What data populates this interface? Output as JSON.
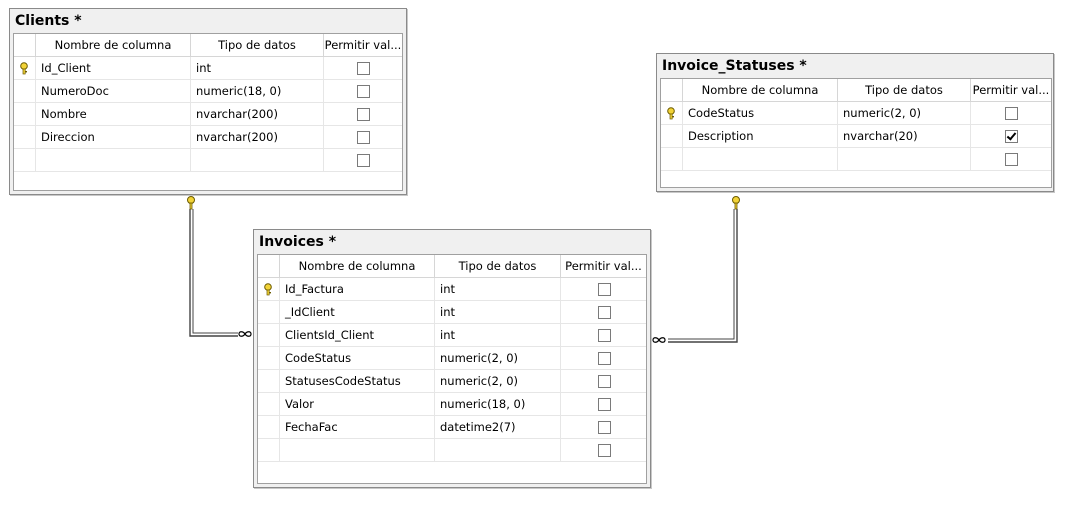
{
  "colors": {
    "key_fill": "#f2d337",
    "key_stroke": "#6b5a00",
    "line": "#444444"
  },
  "clients": {
    "title": "Clients *",
    "headers": {
      "name": "Nombre de columna",
      "type": "Tipo de datos",
      "nulls": "Permitir val..."
    },
    "rows": [
      {
        "name": "Id_Client",
        "type": "int",
        "allow_nulls": false,
        "primary_key": true
      },
      {
        "name": "NumeroDoc",
        "type": "numeric(18, 0)",
        "allow_nulls": false,
        "primary_key": false
      },
      {
        "name": "Nombre",
        "type": "nvarchar(200)",
        "allow_nulls": false,
        "primary_key": false
      },
      {
        "name": "Direccion",
        "type": "nvarchar(200)",
        "allow_nulls": false,
        "primary_key": false
      },
      {
        "name": "",
        "type": "",
        "allow_nulls": false,
        "primary_key": false
      }
    ]
  },
  "invoice_statuses": {
    "title": "Invoice_Statuses *",
    "headers": {
      "name": "Nombre de columna",
      "type": "Tipo de datos",
      "nulls": "Permitir val..."
    },
    "rows": [
      {
        "name": "CodeStatus",
        "type": "numeric(2, 0)",
        "allow_nulls": false,
        "primary_key": true
      },
      {
        "name": "Description",
        "type": "nvarchar(20)",
        "allow_nulls": true,
        "primary_key": false
      },
      {
        "name": "",
        "type": "",
        "allow_nulls": false,
        "primary_key": false
      }
    ]
  },
  "invoices": {
    "title": "Invoices *",
    "headers": {
      "name": "Nombre de columna",
      "type": "Tipo de datos",
      "nulls": "Permitir val..."
    },
    "rows": [
      {
        "name": "Id_Factura",
        "type": "int",
        "allow_nulls": false,
        "primary_key": true
      },
      {
        "name": "_IdClient",
        "type": "int",
        "allow_nulls": false,
        "primary_key": false
      },
      {
        "name": "ClientsId_Client",
        "type": "int",
        "allow_nulls": false,
        "primary_key": false
      },
      {
        "name": "CodeStatus",
        "type": "numeric(2, 0)",
        "allow_nulls": false,
        "primary_key": false
      },
      {
        "name": "StatusesCodeStatus",
        "type": "numeric(2, 0)",
        "allow_nulls": false,
        "primary_key": false
      },
      {
        "name": "Valor",
        "type": "numeric(18, 0)",
        "allow_nulls": false,
        "primary_key": false
      },
      {
        "name": "FechaFac",
        "type": "datetime2(7)",
        "allow_nulls": false,
        "primary_key": false
      },
      {
        "name": "",
        "type": "",
        "allow_nulls": false,
        "primary_key": false
      }
    ]
  },
  "relationships": [
    {
      "from_table": "Clients",
      "to_table": "Invoices",
      "one_end": "key",
      "many_end": "infinity"
    },
    {
      "from_table": "Invoice_Statuses",
      "to_table": "Invoices",
      "one_end": "key",
      "many_end": "infinity"
    }
  ]
}
